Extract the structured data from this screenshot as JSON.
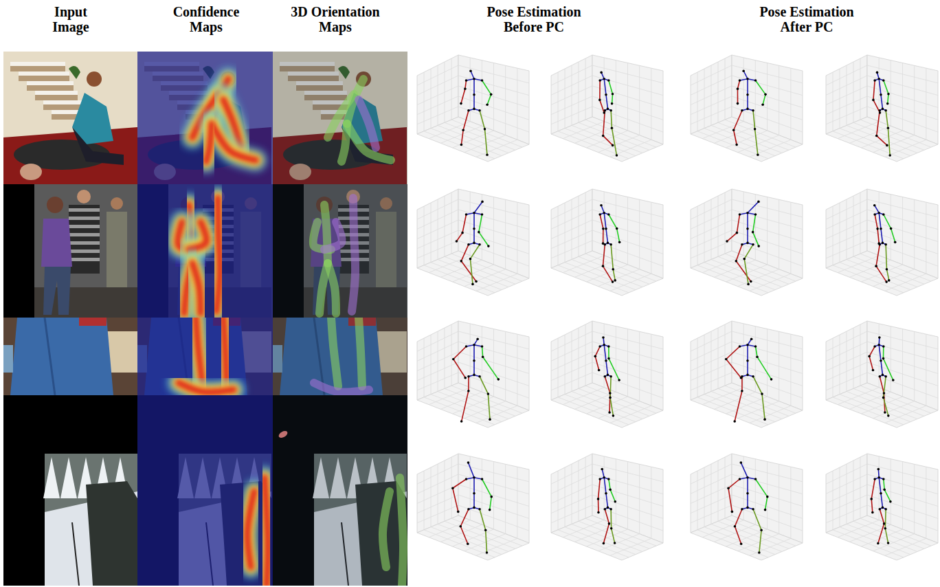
{
  "diagram": {
    "labels": [
      "Input Image",
      "Confidence Maps",
      "3D Orientation Maps",
      "Pose Estimation Before PC",
      "Pose Estimation After PC"
    ]
  }
}
